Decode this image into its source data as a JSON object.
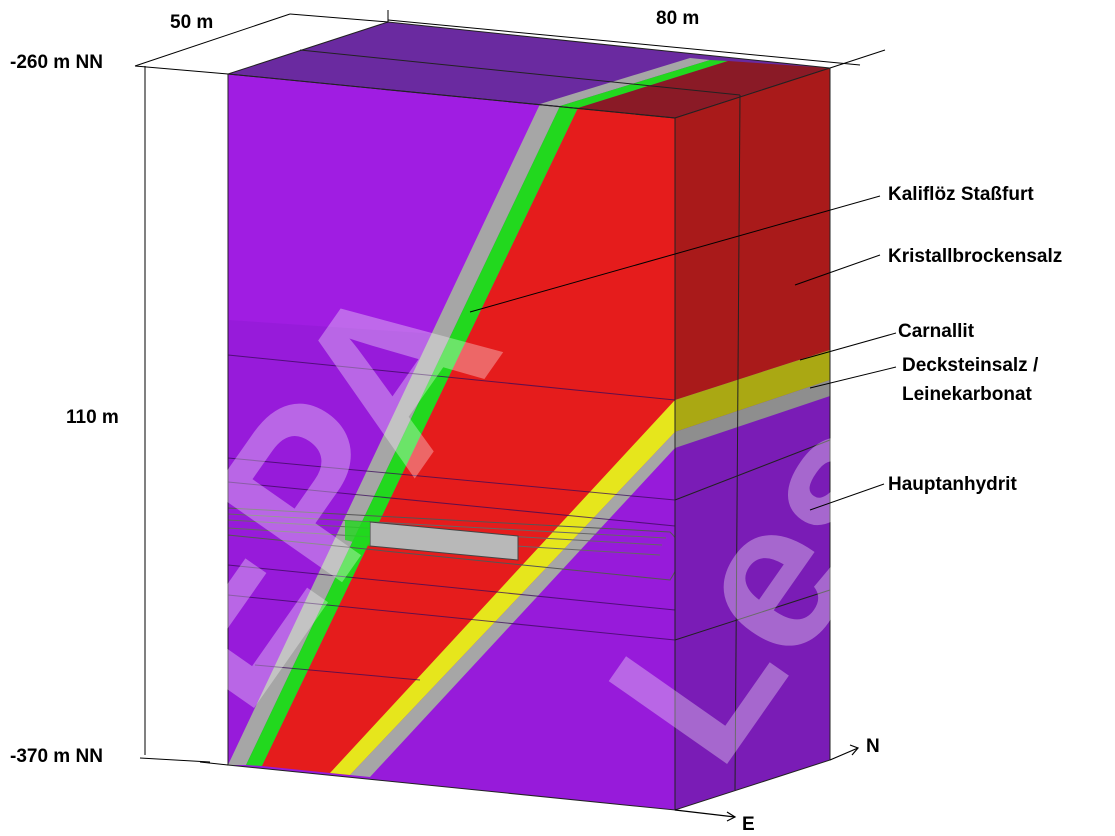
{
  "dimensions": {
    "width_label": "50 m",
    "length_label": "80 m",
    "height_label": "110 m",
    "top_level_label": "-260 m NN",
    "bottom_level_label": "-370 m NN"
  },
  "axes": {
    "north_label": "N",
    "east_label": "E"
  },
  "layers": [
    {
      "key": "kaliflz",
      "label": "Kaliflöz Staßfurt",
      "color": "#22cc22"
    },
    {
      "key": "kristall",
      "label": "Kristallbrockensalz",
      "color": "#e21b1b"
    },
    {
      "key": "carnallit",
      "label": "Carnallit",
      "color": "#e8e81a"
    },
    {
      "key": "deckstein_1",
      "label": "Decksteinsalz /",
      "color": "#a8a8a8"
    },
    {
      "key": "deckstein_2",
      "label": "Leinekarbonat",
      "color": "#a8a8a8"
    },
    {
      "key": "hauptanhydrit",
      "label": "Hauptanhydrit",
      "color": "#9d1ee0"
    }
  ],
  "watermark": {
    "text_1": "EPA",
    "text_2": "Lesen"
  },
  "colors": {
    "purple_front": "#a01de2",
    "purple_top": "#6a2aa0",
    "purple_side": "#7a1cb6",
    "red_front": "#e51c1c",
    "red_top": "#8a1a26",
    "red_side": "#a91a1a",
    "green": "#22d81e",
    "grey": "#a6a6a6",
    "yellow": "#e6e61c",
    "olive_side": "#aaa813"
  }
}
